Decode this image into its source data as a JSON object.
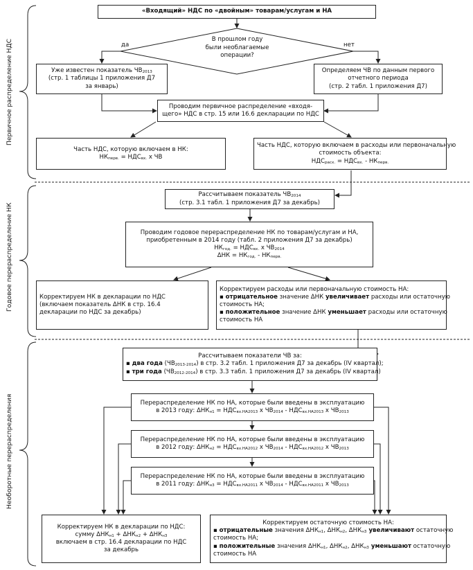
{
  "sections": {
    "primary": "Первичное распределение НДС",
    "annual": "Годовое перераспределение НК",
    "irreversible": "Необоротные перераспределения"
  },
  "top": {
    "title": "«Входящий» НДС по «двойным» товарам/услугам и НА"
  },
  "decision": {
    "lines": [
      "В прошлом году",
      "были необлагаемые",
      "операции?"
    ],
    "yes": "да",
    "no": "нет"
  },
  "known_cv": {
    "line1_pre": "Уже известен показатель ЧВ",
    "line1_sub": "2013",
    "line2": "(стр. 1 таблицы 1 приложения Д7",
    "line3": "за январь)"
  },
  "define_cv": {
    "line1": "Определяем ЧВ по данным первого",
    "line2": "отчетного периода",
    "line3": "(стр. 2 табл. 1 приложения Д7)"
  },
  "primary_dist": {
    "line1": "Проводим первичное распределение «входя-",
    "line2": "щего» НДС в стр. 15 или 16.6 декларации по НДС"
  },
  "nk_part": {
    "line1": "Часть НДС, которую включаем в НК:",
    "f_a": "НК",
    "f_a_sub": "перв.",
    "f_b": " = НДС",
    "f_b_sub": "вх.",
    "f_c": " х ЧВ"
  },
  "expense_part": {
    "line1": "Часть НДС, которую включаем в расходы или первоначальную",
    "line2": "стоимость объекта:",
    "f_a": "НДС",
    "f_a_sub": "расх.",
    "f_b": " = НДС",
    "f_b_sub": "вх.",
    "f_c": " - НК",
    "f_c_sub": "перв."
  },
  "calc_cv2014": {
    "line1_pre": "Рассчитываем показатель ЧВ",
    "line1_sub": "2014",
    "line2": "(стр. 3.1 табл. 1 приложения Д7 за декабрь)"
  },
  "annual_redist": {
    "line1": "Проводим годовое перераспределение НК по товарам/услугам и НА,",
    "line2": "приобретенным в 2014 году (табл. 2 приложения Д7 за декабрь)",
    "f1_a": "НК",
    "f1_a_sub": "год.",
    "f1_b": " = НДС",
    "f1_b_sub": "вх.",
    "f1_c": " х ЧВ",
    "f1_c_sub": "2014",
    "f2_a": "ΔНК = НК",
    "f2_a_sub": "год.",
    "f2_b": " - НК",
    "f2_b_sub": "перв."
  },
  "correct_nk1": {
    "line1": "Корректируем НК в декларации по НДС",
    "line2": "(включаем показатель ΔНК в стр. 16.4",
    "line3": "декларации по НДС за декабрь)"
  },
  "correct_exp1": {
    "title": "Корректируем расходы или первоначальную стоимость НА:",
    "b1_bold": "отрицательное",
    "b1_mid": " значение ΔНК ",
    "b1_bold2": "увеличивает",
    "b1_rest": " расходы или остаточную",
    "b1_line2": "стоимость НА;",
    "b2_bold": "положительное",
    "b2_mid": " значение ΔНК ",
    "b2_bold2": "уменьшает",
    "b2_rest": " расходы или остаточную",
    "b2_line2": "стоимость НА"
  },
  "calc_cv_multi": {
    "title": "Рассчитываем показатели ЧВ за:",
    "b1_bold": "два года",
    "b1_a": " (ЧВ",
    "b1_sub": "2013-2014",
    "b1_b": ") в стр. 3.2 табл. 1 приложения Д7 за декабрь (IV квартал);",
    "b2_bold": "три года",
    "b2_a": " (ЧВ",
    "b2_sub": "2012-2014",
    "b2_b": ") в стр. 3.3 табл. 1 приложения Д7 за декабрь (IV квартал)"
  },
  "redist": [
    {
      "line1": "Перераспределение НК по НА, которые были введены в эксплуатацию",
      "t1": "в 2013 году: ΔНК",
      "s1": "н1",
      "t2": " = НДС",
      "s2": "вх.НА2013",
      "t3": " х ЧВ",
      "s3": "2014",
      "t4": " - НДС",
      "s4": "вх.НА2013",
      "t5": " х ЧВ",
      "s5": "2013"
    },
    {
      "line1": "Перераспределение НК по НА, которые были введены в эксплуатацию",
      "t1": "в 2012 году: ΔНК",
      "s1": "н2",
      "t2": " = НДС",
      "s2": "вх.НА2012",
      "t3": " х ЧВ",
      "s3": "2014",
      "t4": " - НДС",
      "s4": "вх.НА2012",
      "t5": " х ЧВ",
      "s5": "2013"
    },
    {
      "line1": "Перераспределение НК по НА, которые были введены в эксплуатацию",
      "t1": "в 2011 году: ΔНК",
      "s1": "н3",
      "t2": " = НДС",
      "s2": "вх.НА2011",
      "t3": " х ЧВ",
      "s3": "2014",
      "t4": " - НДС",
      "s4": "вх.НА2011",
      "t5": " х ЧВ",
      "s5": "2013"
    }
  ],
  "correct_nk2": {
    "line1": "Корректируем НК в декларации по НДС:",
    "l2_a": "сумму ΔНК",
    "l2_s1": "н1",
    "l2_b": " + ΔНК",
    "l2_s2": "н2",
    "l2_c": " + ΔНК",
    "l2_s3": "н3",
    "line3": "включаем в стр. 16.4 декларации по НДС",
    "line4": "за декабрь"
  },
  "correct_residual": {
    "title": "Корректируем остаточную стоимость НА:",
    "b1_bold": "отрицательные",
    "b1_a": " значения ΔНК",
    "b1_s1": "н1",
    "b1_b": ", ΔНК",
    "b1_s2": "н2",
    "b1_c": ", ΔНК",
    "b1_s3": "н3",
    "b1_bold2": " увеличивают",
    "b1_rest": " остаточную",
    "b1_line2": "стоимость НА;",
    "b2_bold": "положительные",
    "b2_a": " значения ΔНК",
    "b2_s1": "н1",
    "b2_b": ", ΔНК",
    "b2_s2": "н2",
    "b2_c": ", ΔНК",
    "b2_s3": "н3",
    "b2_bold2": " уменьшают",
    "b2_rest": " остаточную",
    "b2_line2": "стоимость НА"
  }
}
